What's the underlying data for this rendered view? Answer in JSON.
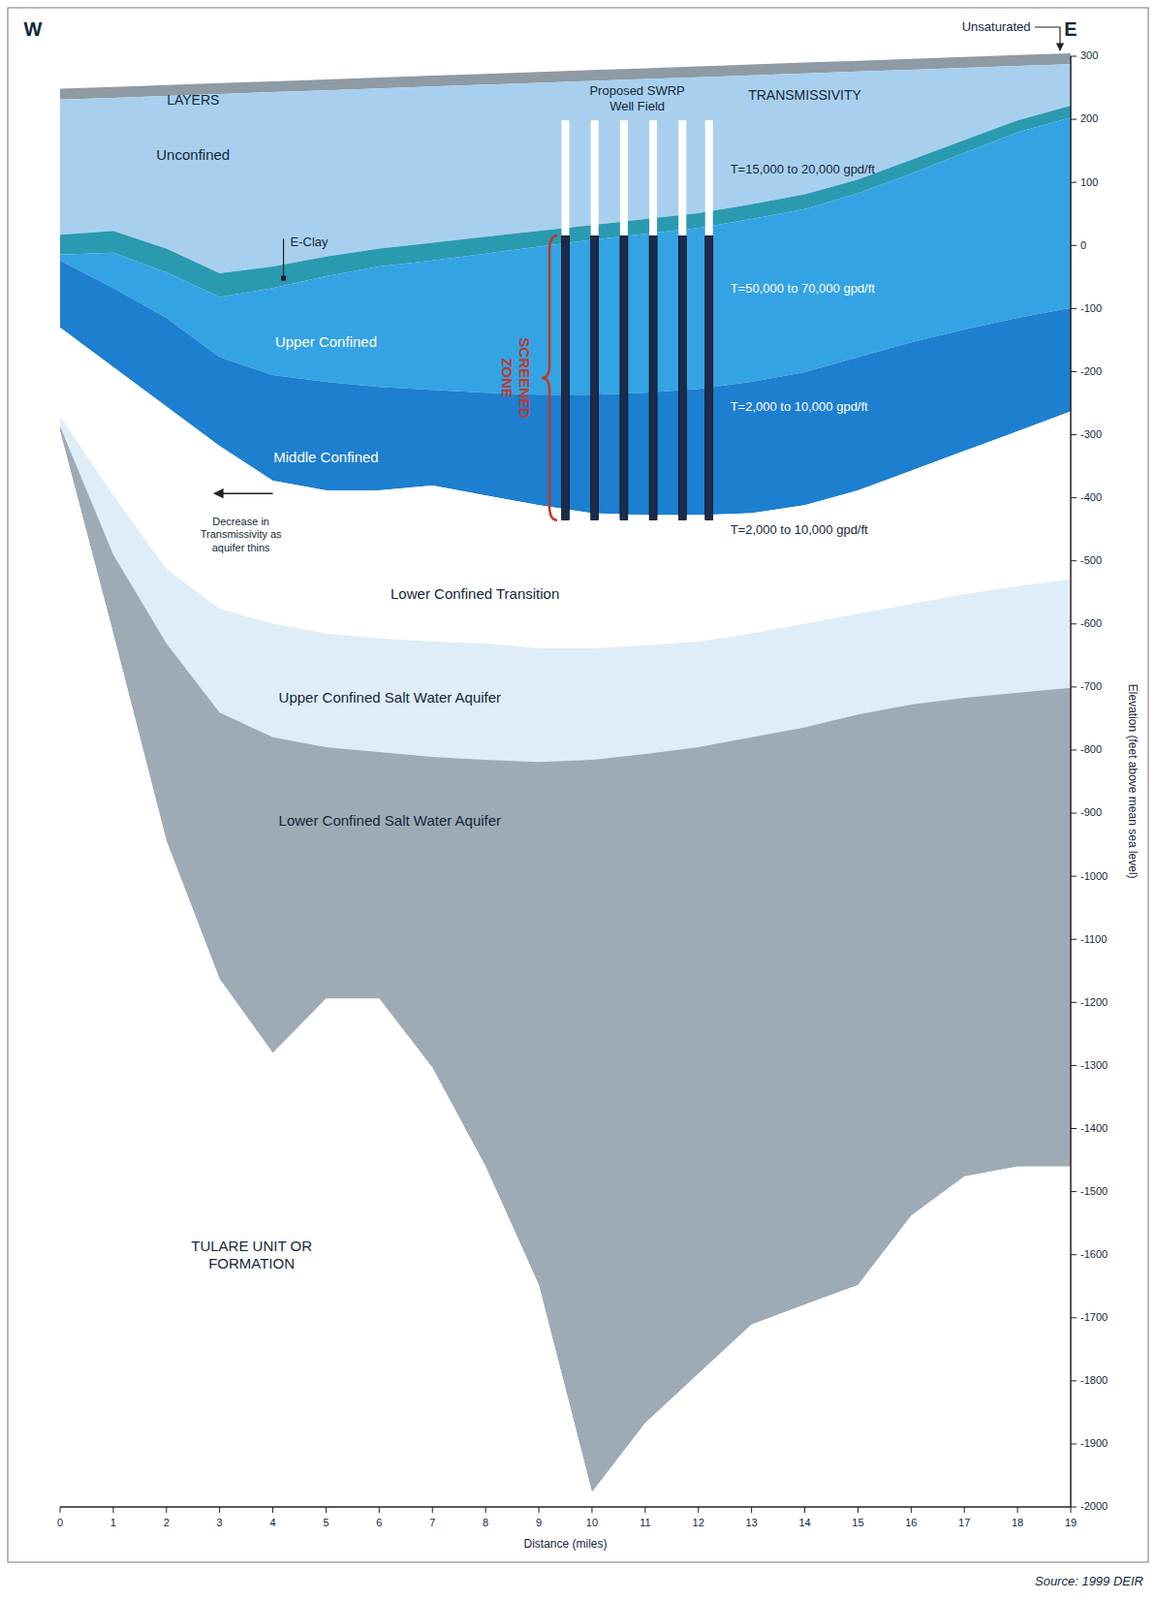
{
  "diagram": {
    "nodes": [
      {
        "text": [
          "Unsaturated"
        ]
      },
      {
        "text": [
          "Unconfined",
          "T=15,000 to 20,000 gpd/ft"
        ]
      },
      {
        "text": [
          "E-Clay"
        ]
      },
      {
        "text": [
          "Upper Confined",
          "T=50,000 to 70,000 gpd/ft"
        ]
      },
      {
        "text": [
          "Middle Confined",
          "T=2,000 to 10,000 gpd/ft"
        ]
      },
      {
        "text": [
          "Lower Confined Transition",
          "T=2,000 to 10,000 gpd/ft"
        ]
      },
      {
        "text": [
          "Upper Confined Salt Water Aquifer"
        ]
      },
      {
        "text": [
          "Lower Confined Salt Water Aquifer"
        ]
      },
      {
        "text": [
          "TULARE UNIT OR FORMATION"
        ]
      }
    ],
    "labels": [
      "W",
      "E",
      "LAYERS",
      "TRANSMISSIVITY",
      "Proposed SWRP Well Field",
      "SCREENED ZONE",
      "Decrease in Transmissivity as aquifer thins",
      "Elevation (feet above mean sea level)",
      "300",
      "200",
      "100",
      "0",
      "-100",
      "-200",
      "-300",
      "-400",
      "-500",
      "-600",
      "-700",
      "-800",
      "-900",
      "-1000",
      "-1100",
      "-1200",
      "-1300",
      "-1400",
      "-1500",
      "-1600",
      "-1700",
      "-1800",
      "-1900",
      "-2000",
      "0",
      "1",
      "2",
      "3",
      "4",
      "5",
      "6",
      "7",
      "8",
      "9",
      "10",
      "11",
      "12",
      "13",
      "14",
      "15",
      "16",
      "17",
      "18",
      "19",
      "Distance (miles)",
      "Source: 1999 DEIR"
    ]
  }
}
